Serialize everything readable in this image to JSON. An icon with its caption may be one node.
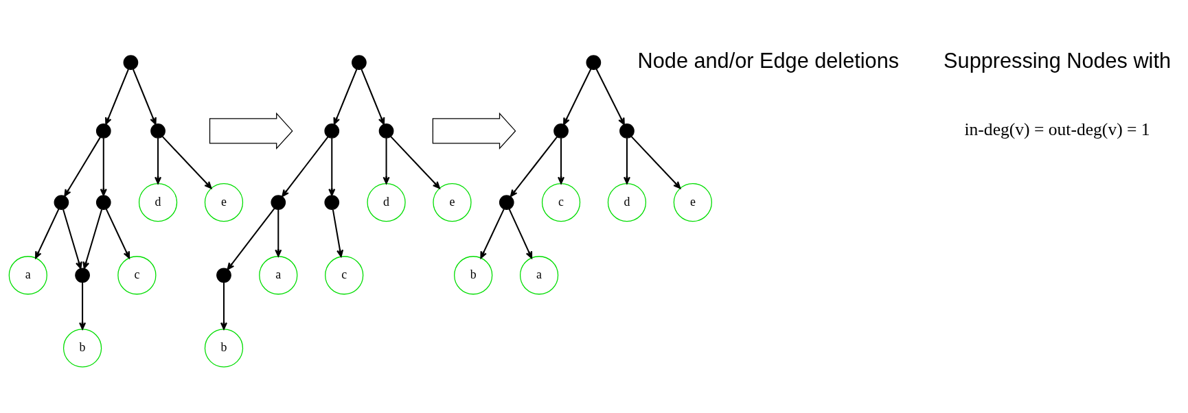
{
  "diagram": {
    "nodes": [
      {
        "text": [],
        "shape": "circle"
      },
      {
        "text": [],
        "shape": "circle"
      },
      {
        "text": [],
        "shape": "circle"
      },
      {
        "text": [],
        "shape": "circle"
      },
      {
        "text": [],
        "shape": "circle"
      },
      {
        "text": [],
        "shape": "circle"
      },
      {
        "text": [
          "d"
        ]
      },
      {
        "text": [
          "e"
        ]
      },
      {
        "text": [
          "a"
        ]
      },
      {
        "text": [
          "b"
        ]
      },
      {
        "text": [
          "c"
        ]
      },
      {
        "text": [],
        "shape": "arrow"
      },
      {
        "text": [],
        "shape": "circle"
      },
      {
        "text": [],
        "shape": "circle"
      },
      {
        "text": [],
        "shape": "circle"
      },
      {
        "text": [],
        "shape": "circle"
      },
      {
        "text": [],
        "shape": "circle"
      },
      {
        "text": [],
        "shape": "circle"
      },
      {
        "text": [
          "d"
        ]
      },
      {
        "text": [
          "e"
        ]
      },
      {
        "text": [
          "a"
        ]
      },
      {
        "text": [
          "b"
        ]
      },
      {
        "text": [
          "c"
        ]
      },
      {
        "text": [],
        "shape": "arrow"
      },
      {
        "text": [],
        "shape": "circle"
      },
      {
        "text": [],
        "shape": "circle"
      },
      {
        "text": [],
        "shape": "circle"
      },
      {
        "text": [],
        "shape": "circle"
      },
      {
        "text": [
          "c"
        ]
      },
      {
        "text": [
          "d"
        ]
      },
      {
        "text": [
          "e"
        ]
      },
      {
        "text": [
          "b"
        ]
      },
      {
        "text": [
          "a"
        ]
      }
    ],
    "edges": [
      {
        "from": 0,
        "to": 1,
        "arrow": "to"
      },
      {
        "from": 0,
        "to": 2,
        "arrow": "to"
      },
      {
        "from": 1,
        "to": 3,
        "arrow": "to"
      },
      {
        "from": 1,
        "to": 4,
        "arrow": "to"
      },
      {
        "from": 3,
        "to": 5,
        "arrow": "to"
      },
      {
        "from": 4,
        "to": 5,
        "arrow": "to"
      },
      {
        "from": 2,
        "to": 6,
        "arrow": "to"
      },
      {
        "from": 2,
        "to": 7,
        "arrow": "to"
      },
      {
        "from": 3,
        "to": 8,
        "arrow": "to"
      },
      {
        "from": 5,
        "to": 9,
        "arrow": "to"
      },
      {
        "from": 4,
        "to": 10,
        "arrow": "to"
      },
      {
        "from": 12,
        "to": 13,
        "arrow": "to"
      },
      {
        "from": 12,
        "to": 14,
        "arrow": "to"
      },
      {
        "from": 13,
        "to": 15,
        "arrow": "to"
      },
      {
        "from": 13,
        "to": 16,
        "arrow": "to"
      },
      {
        "from": 15,
        "to": 17,
        "arrow": "to"
      },
      {
        "from": 14,
        "to": 18,
        "arrow": "to"
      },
      {
        "from": 14,
        "to": 19,
        "arrow": "to"
      },
      {
        "from": 15,
        "to": 20,
        "arrow": "to"
      },
      {
        "from": 17,
        "to": 21,
        "arrow": "to"
      },
      {
        "from": 16,
        "to": 22,
        "arrow": "to"
      },
      {
        "from": 24,
        "to": 25,
        "arrow": "to"
      },
      {
        "from": 24,
        "to": 26,
        "arrow": "to"
      },
      {
        "from": 25,
        "to": 27,
        "arrow": "to"
      },
      {
        "from": 25,
        "to": 28,
        "arrow": "to"
      },
      {
        "from": 26,
        "to": 29,
        "arrow": "to"
      },
      {
        "from": 26,
        "to": 30,
        "arrow": "to"
      },
      {
        "from": 27,
        "to": 31,
        "arrow": "to"
      },
      {
        "from": 27,
        "to": 32,
        "arrow": "to"
      }
    ],
    "labels": [
      "Node and/or Edge deletions",
      "Suppressing Nodes with",
      "in-deg(v) = out-deg(v) = 1"
    ]
  }
}
